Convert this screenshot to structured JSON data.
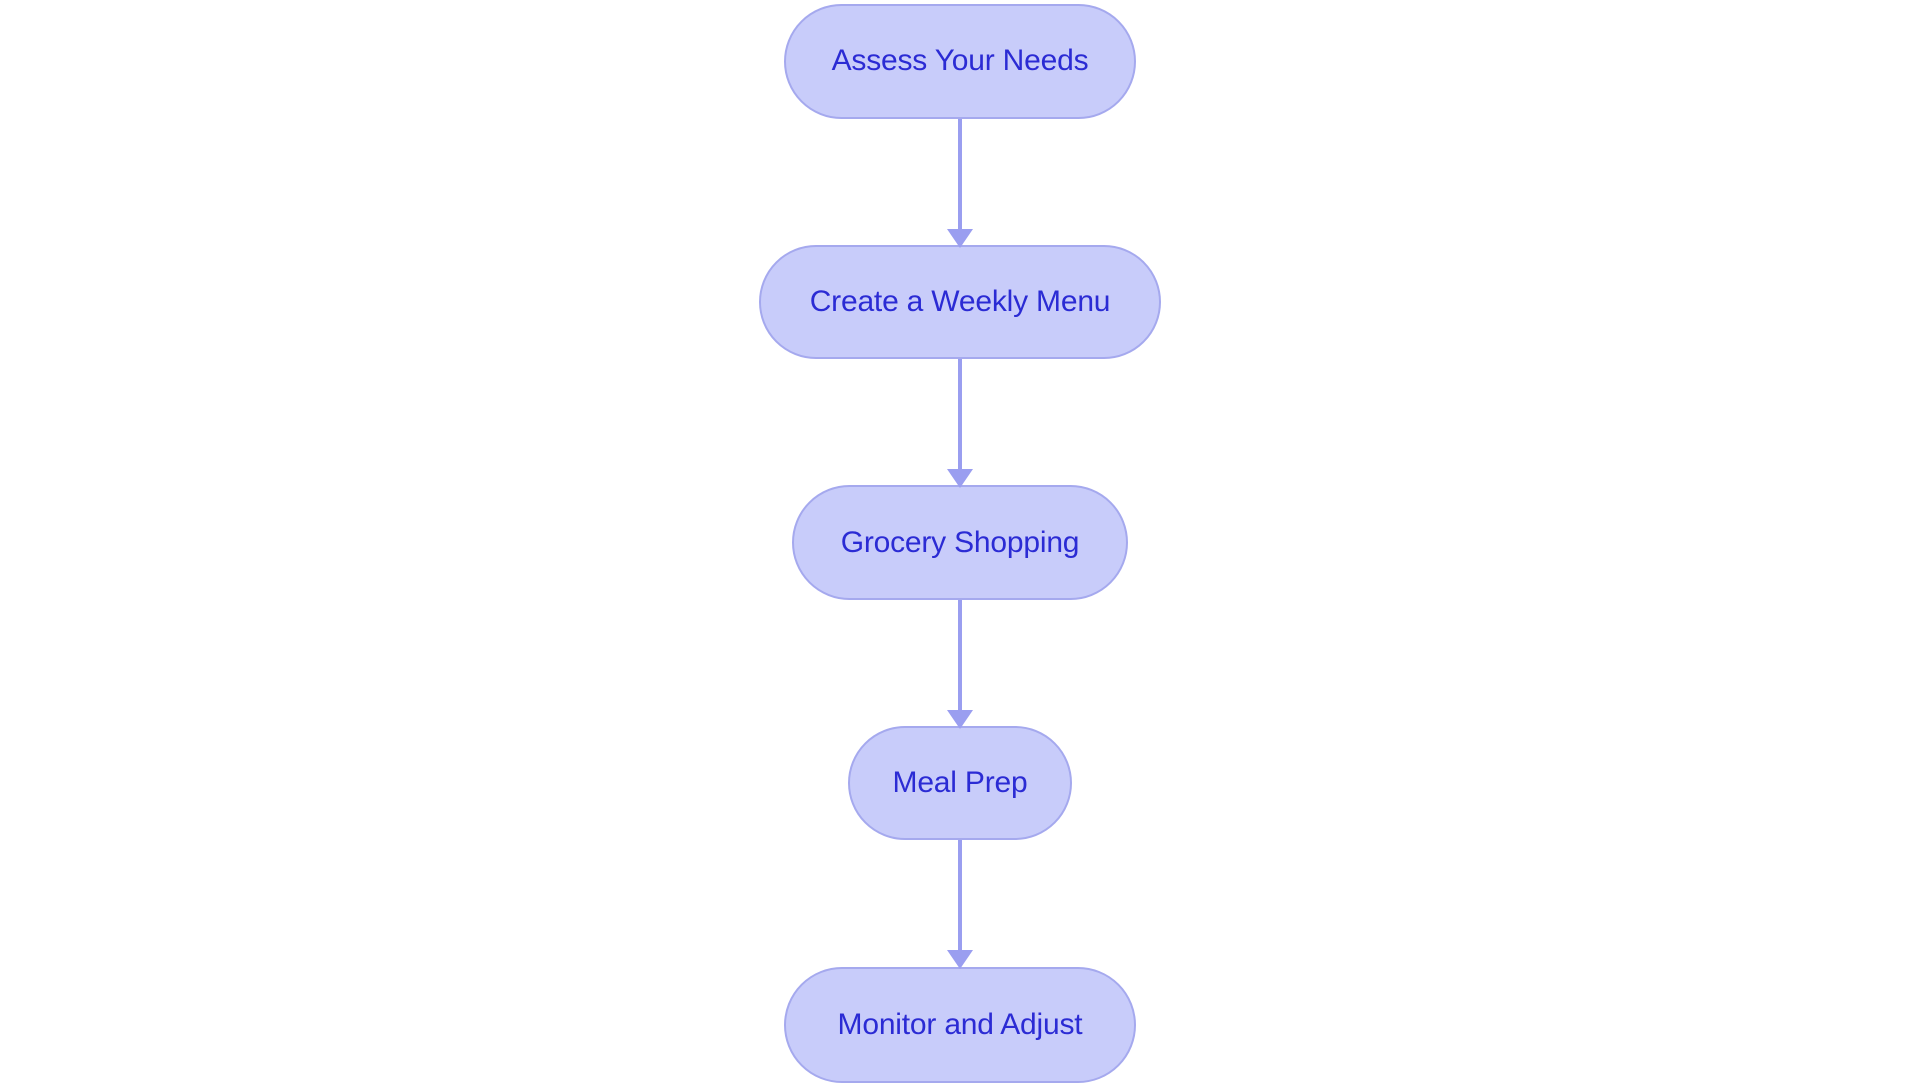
{
  "diagram": {
    "type": "flowchart",
    "orientation": "vertical-top-to-bottom",
    "background_color": "#ffffff",
    "node_fill_color": "#c8ccfa",
    "node_border_color": "#a5a9ee",
    "node_text_color": "#2b2bd4",
    "connector_color": "#9a9ef0",
    "nodes": [
      {
        "id": "assess-your-needs",
        "label": "Assess Your Needs",
        "shape": "stadium",
        "order": 1
      },
      {
        "id": "create-a-weekly-menu",
        "label": "Create a Weekly Menu",
        "shape": "stadium",
        "order": 2
      },
      {
        "id": "grocery-shopping",
        "label": "Grocery Shopping",
        "shape": "stadium",
        "order": 3
      },
      {
        "id": "meal-prep",
        "label": "Meal Prep",
        "shape": "stadium",
        "order": 4
      },
      {
        "id": "monitor-and-adjust",
        "label": "Monitor and Adjust",
        "shape": "stadium",
        "order": 5
      }
    ],
    "edges": [
      {
        "from": "assess-your-needs",
        "to": "create-a-weekly-menu",
        "label": "",
        "arrow": "arrow-down-icon"
      },
      {
        "from": "create-a-weekly-menu",
        "to": "grocery-shopping",
        "label": "",
        "arrow": "arrow-down-icon"
      },
      {
        "from": "grocery-shopping",
        "to": "meal-prep",
        "label": "",
        "arrow": "arrow-down-icon"
      },
      {
        "from": "meal-prep",
        "to": "monitor-and-adjust",
        "label": "",
        "arrow": "arrow-down-icon"
      }
    ]
  }
}
